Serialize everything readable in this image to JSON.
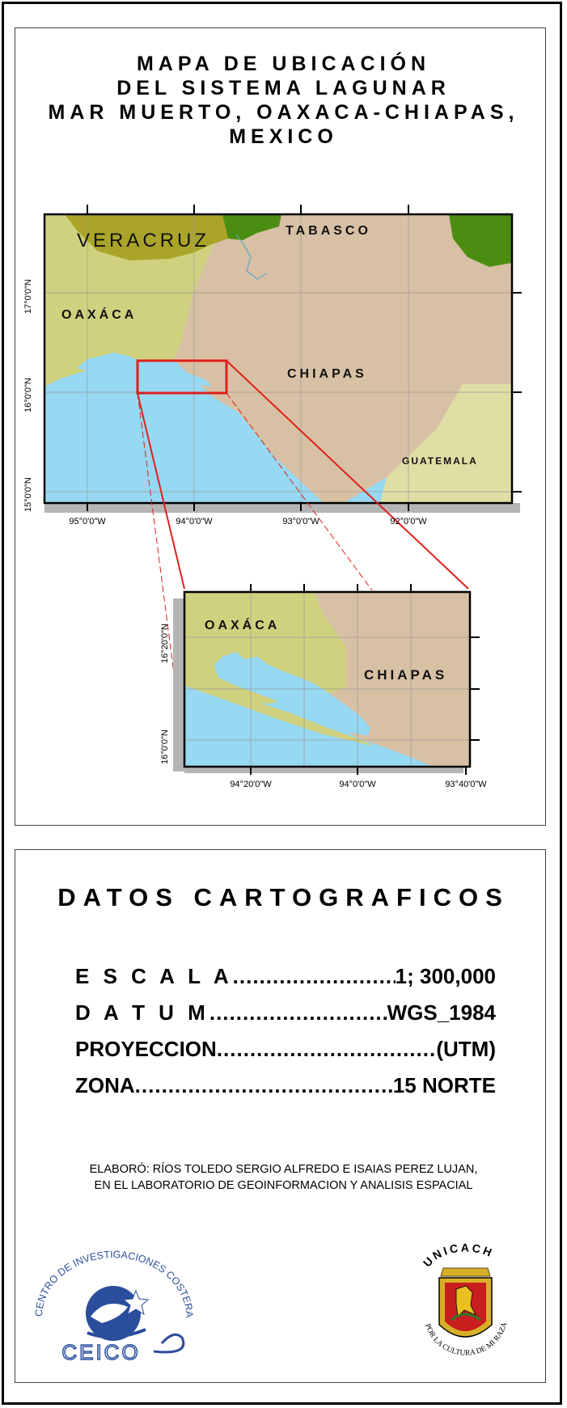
{
  "title_lines": [
    "MAPA DE UBICACIÓN",
    "DEL SISTEMA LAGUNAR",
    "MAR MUERTO, OAXACA-CHIAPAS,",
    "MEXICO"
  ],
  "main_map": {
    "regions": {
      "veracruz": "VERACRUZ",
      "tabasco": "TABASCO",
      "oaxaca": "OAXÁCA",
      "chiapas": "CHIAPAS",
      "guatemala": "GUATEMALA"
    },
    "lat_labels": [
      "17°0'0\"N",
      "16°0'0\"N",
      "15°0'0\"N"
    ],
    "lon_labels": [
      "95°0'0\"W",
      "94°0'0\"W",
      "93°0'0\"W",
      "92°0'0\"W"
    ]
  },
  "inset_map": {
    "regions": {
      "oaxaca": "OAXÁCA",
      "chiapas": "CHIAPAS"
    },
    "lat_labels": [
      "16°20'0\"N",
      "16°0'0\"N"
    ],
    "lon_labels": [
      "94°20'0\"W",
      "94°0'0\"W",
      "93°40'0\"W"
    ]
  },
  "colors": {
    "sea": "#97d8f2",
    "oaxaca": "#cfd17e",
    "veracruz": "#aaa52a",
    "chiapas": "#d8c0a4",
    "tabasco_green": "#4b8d10",
    "guatemala": "#e0dea4",
    "extent_box": "#e0201c"
  },
  "datos": {
    "title": "DATOS CARTOGRAFICOS",
    "rows": [
      {
        "key": "E S C A L A ",
        "dots": "........................................",
        "value": " 1; 300,000"
      },
      {
        "key": "D A T U M ",
        "dots": "........................................",
        "value": " WGS_1984"
      },
      {
        "key": "PROYECCION",
        "dots": "........................................",
        "value": " (UTM)"
      },
      {
        "key": "ZONA ",
        "dots": "................................................",
        "value": "15 NORTE"
      }
    ]
  },
  "credit": {
    "line1": "ELABORÓ: RÍOS TOLEDO SERGIO ALFREDO E ISAIAS PEREZ LUJAN,",
    "line2": "EN EL LABORATORIO DE GEOINFORMACION Y ANALISIS ESPACIAL"
  },
  "logos": {
    "ceico_ring": "CENTRO DE INVESTIGACIONES COSTERAS",
    "ceico_name": "CEICO",
    "unicach_name": "UNICACH",
    "unicach_motto": "POR LA CULTURA DE MI RAZA"
  }
}
